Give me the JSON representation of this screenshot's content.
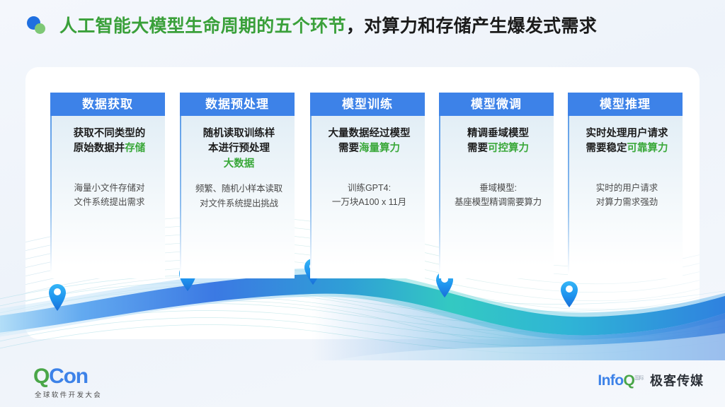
{
  "title": {
    "green_part": "人工智能大模型生命周期的五个环节",
    "comma": "，",
    "dark_part": "对算力和存储产生爆发式需求",
    "green_color": "#3aa03a",
    "dark_color": "#1b1b1b",
    "dot_blue_color": "#1f6fe0",
    "dot_green_color": "#7ec876"
  },
  "theme": {
    "page_bg": "#f3f6fb",
    "panel_bg": "#ffffff",
    "header_blue": "#3d82e8",
    "highlight_green": "#3aa83a",
    "pin_blue": "#1e9ff2",
    "wave_blue": "#2f7fe0",
    "wave_teal": "#32c6c0"
  },
  "cards": [
    {
      "id": "data-acquisition",
      "header": "数据获取",
      "lead_plain_1": "获取不同类型的",
      "lead_plain_2": "原始数据并",
      "lead_highlight": "存储",
      "sub_line_1": "海量小文件存储对",
      "sub_line_2": "文件系统提出需求"
    },
    {
      "id": "data-preprocessing",
      "header": "数据预处理",
      "lead_plain_1": "随机读取训练样",
      "lead_plain_2": "本进行预处理",
      "lead_highlight": "大数据",
      "sub_line_1": "频繁、随机小样本读取",
      "sub_line_2": "对文件系统提出挑战"
    },
    {
      "id": "model-training",
      "header": "模型训练",
      "lead_plain_1": "大量数据经过模型",
      "lead_plain_2": "需要",
      "lead_highlight": "海量算力",
      "sub_line_1": "训练GPT4:",
      "sub_line_2": "一万块A100 x 11月"
    },
    {
      "id": "model-finetuning",
      "header": "模型微调",
      "lead_plain_1": "精调垂域模型",
      "lead_plain_2": "需要",
      "lead_highlight": "可控算力",
      "sub_line_1": "垂域模型:",
      "sub_line_2": "基座模型精调需要算力"
    },
    {
      "id": "model-inference",
      "header": "模型推理",
      "lead_plain_1": "实时处理用户请求",
      "lead_plain_2": "需要稳定",
      "lead_highlight": "可靠算力",
      "sub_line_1": "实时的用户请求",
      "sub_line_2": "对算力需求强劲"
    }
  ],
  "footer": {
    "qcon_q": "Q",
    "qcon_con": "Con",
    "qcon_sub": "全球软件开发大会",
    "infoq_info": "Info",
    "infoq_q": "Q",
    "infoq_tm": "国际",
    "geek_media": "极客传媒"
  }
}
